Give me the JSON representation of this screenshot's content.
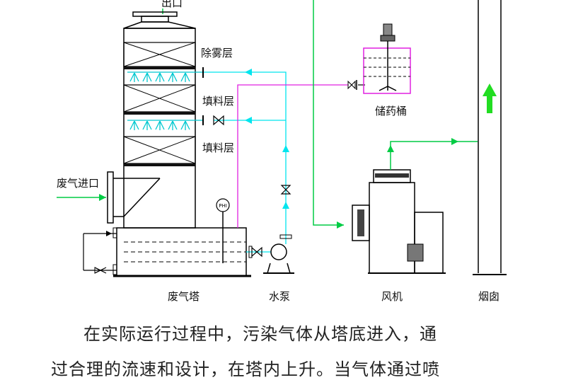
{
  "diagram": {
    "labels": {
      "outlet": "出口",
      "demister": "除雾层",
      "packing_upper": "填料层",
      "packing_lower": "填料层",
      "inlet": "废气进口",
      "tower": "废气塔",
      "pump": "水泵",
      "fan": "风机",
      "chimney": "烟囱",
      "tank": "储药桶",
      "ph_meter": "PHI"
    },
    "colors": {
      "line": "#000000",
      "water": "#00e5ee",
      "chemical": "#e020e0",
      "gas": "#00cc44",
      "spray": "#00c8d0",
      "arrow": "#22dd22"
    }
  },
  "paragraph": {
    "line1": "在实际运行过程中，污染气体从塔底进入，通",
    "line2": "过合理的流速和设计，在塔内上升。当气体通过喷"
  }
}
